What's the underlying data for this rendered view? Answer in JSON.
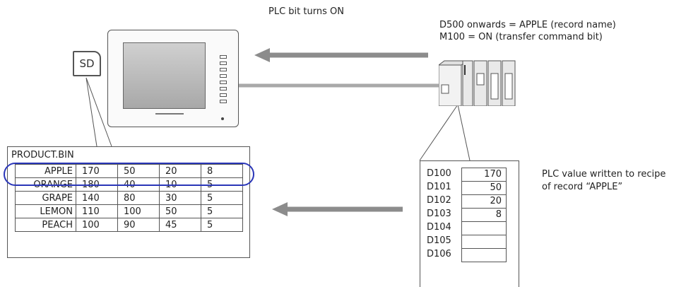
{
  "annotations": {
    "bit_on": "PLC bit turns ON",
    "record_name": "D500 onwards = APPLE (record name)",
    "transfer_bit": "M100 = ON (transfer command bit)",
    "written_line1": "PLC value written to recipe",
    "written_line2": "of record “APPLE”"
  },
  "sd_card": {
    "label": "SD"
  },
  "recipe_file": {
    "name": "PRODUCT.BIN",
    "rows": [
      [
        "APPLE",
        "170",
        "50",
        "20",
        "8"
      ],
      [
        "ORANGE",
        "180",
        "40",
        "10",
        "5"
      ],
      [
        "GRAPE",
        "140",
        "80",
        "30",
        "5"
      ],
      [
        "LEMON",
        "110",
        "100",
        "50",
        "5"
      ],
      [
        "PEACH",
        "100",
        "90",
        "45",
        "5"
      ]
    ]
  },
  "registers": [
    {
      "label": "D100",
      "value": "170"
    },
    {
      "label": "D101",
      "value": "50"
    },
    {
      "label": "D102",
      "value": "20"
    },
    {
      "label": "D103",
      "value": "8"
    },
    {
      "label": "D104",
      "value": ""
    },
    {
      "label": "D105",
      "value": ""
    },
    {
      "label": "D106",
      "value": ""
    }
  ],
  "colors": {
    "arrow": "#8c8c8c",
    "highlight": "#2a36b8"
  }
}
